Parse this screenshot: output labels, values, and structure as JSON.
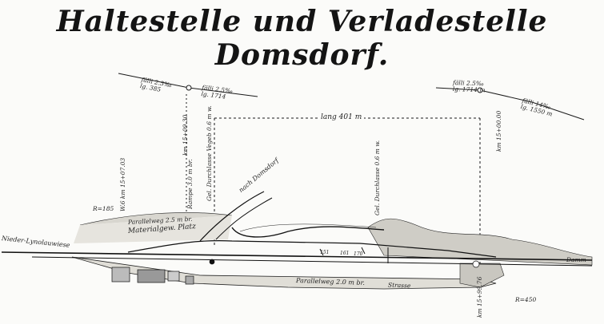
{
  "title": "Haltestelle und Verladestelle Domsdorf.",
  "gradients": [
    {
      "id": "g1",
      "gradient": "fälli 2.5‰",
      "length": "lg. 385"
    },
    {
      "id": "g2",
      "gradient": "fälli 2.5‰",
      "length": "lg. 1714"
    },
    {
      "id": "g3",
      "gradient": "fälli 2.5‰",
      "length": "lg. 1714 m"
    },
    {
      "id": "g4",
      "gradient": "fälli 14‰",
      "length": "lg. 1550 m"
    }
  ],
  "station_length": "lang 401 m",
  "kilometers": {
    "km_left_top": "km 15+09.30",
    "km_right_top": "km 15+00.00",
    "km_bottom_right": "km 15+99.76",
    "wb_km": "W.6 km 15+07.03"
  },
  "labels": {
    "loading_track": "Gel. Durchlasse Vegeb 0.6 m w.",
    "loading_track_right": "Gel. Durchlasse 0.6 m w.",
    "ramp": "Rampe 3.0 m br.",
    "to_domsdorf": "nach Domsdorf",
    "material_place": "Materialgew. Platz",
    "parallel_path_top": "Parallelweg 2.5 m br.",
    "parallel_path_bottom": "Parallelweg 2.0 m br.",
    "lower_meadow": "Nieder-Lynolauwiese",
    "radius_left": "R=185",
    "radius_right": "R=450",
    "right_edge": "Damm",
    "road": "Strasse",
    "track_numbers": [
      "151",
      "161",
      "170"
    ]
  }
}
